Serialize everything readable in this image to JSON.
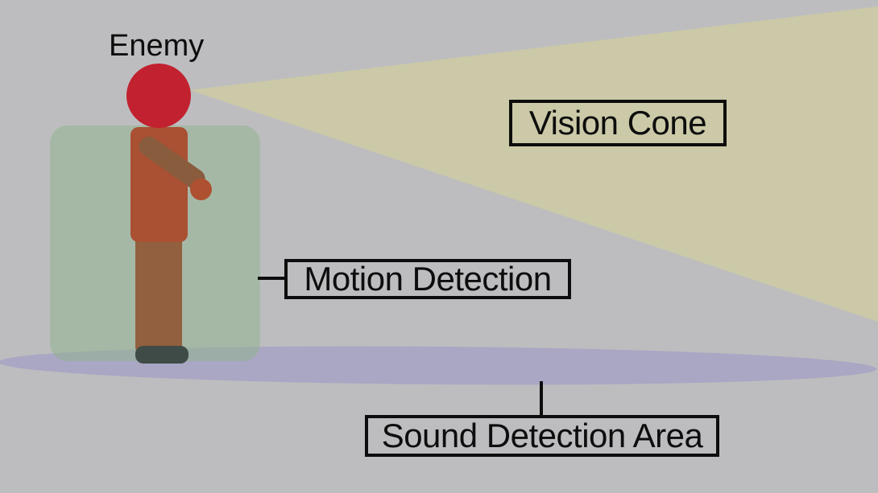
{
  "labels": {
    "enemy": "Enemy",
    "vision_cone": "Vision Cone",
    "motion_detection": "Motion Detection",
    "sound_detection": "Sound Detection Area"
  },
  "colors": {
    "background": "#bdbdc0",
    "vision_cone_fill": "#cbc9a7",
    "sound_area_fill": "#a9a7c3",
    "motion_area_fill": "rgba(141, 179, 138, 0.5)",
    "head": "#c2212f",
    "torso": "#aa5033",
    "legs": "#92603e",
    "arm": "#8a5c3e",
    "hand": "#ad5130",
    "feet": "#3f4b47",
    "label_text": "#0d0d0d",
    "label_border": "#0d0d0d"
  }
}
